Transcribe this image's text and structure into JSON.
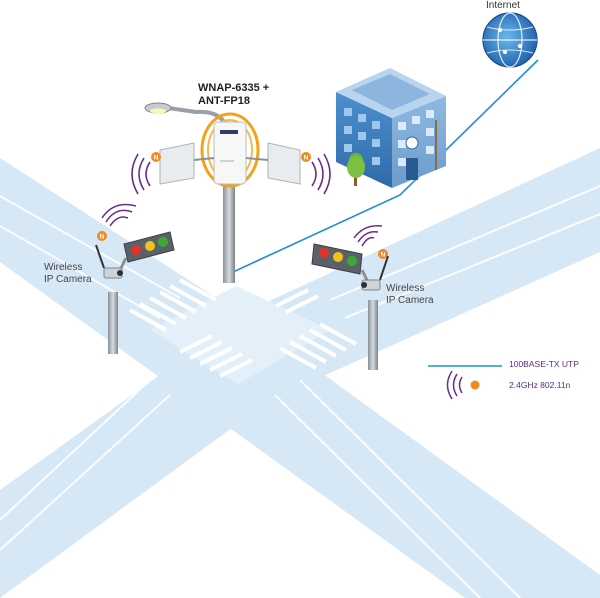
{
  "device": {
    "line1": "WNAP-6335 +",
    "line2": "ANT-FP18"
  },
  "internet": {
    "label": "Internet"
  },
  "cameras": [
    {
      "line1": "Wireless",
      "line2": "IP Camera"
    },
    {
      "line1": "Wireless",
      "line2": "IP Camera"
    }
  ],
  "legend": {
    "utp": "100BASE-TX UTP",
    "wifi": "2.4GHz 802.11n"
  },
  "badge": {
    "letter": "N"
  },
  "colors": {
    "road": "#d3e6f5",
    "wire": "#1e8fd0",
    "legend_text": "#5a2a86",
    "antenna_ring": "#f2a21b",
    "wifi_waves": "#6a2c8a",
    "building_blue": "#3d7fc1"
  }
}
